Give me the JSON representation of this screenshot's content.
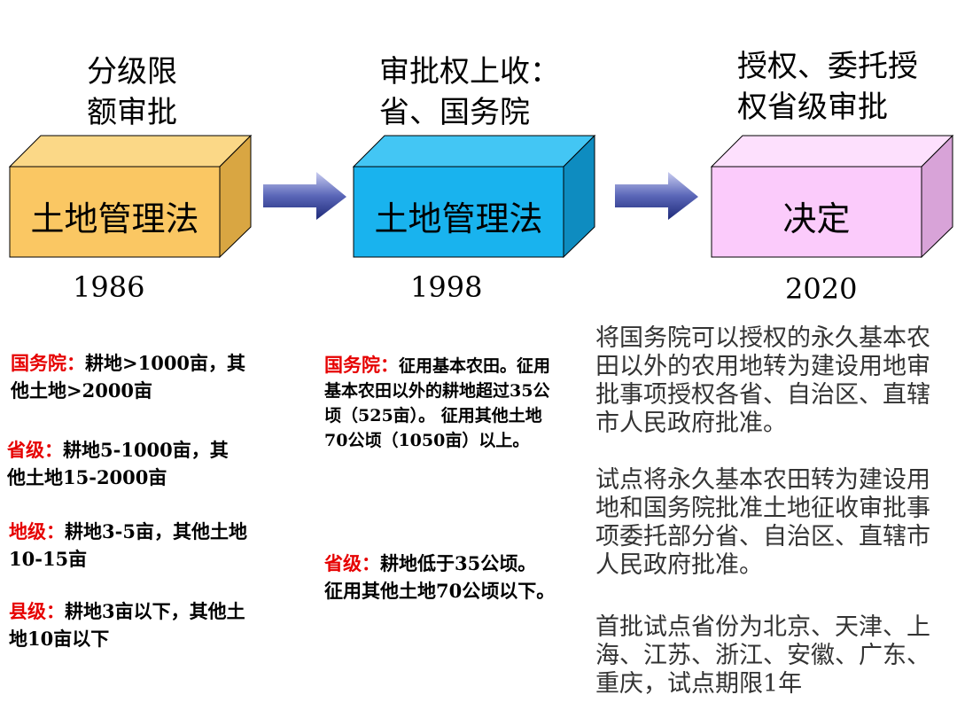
{
  "colors": {
    "box1_front": "#FAC763",
    "box1_top": "#FBD887",
    "box1_side": "#D9A642",
    "box2_front": "#19B3EE",
    "box2_top": "#43C6F4",
    "box2_side": "#0E8CC0",
    "box3_front": "#FBCBFB",
    "box3_top": "#FDE0FD",
    "box3_side": "#D8A3D8",
    "arrow": "#3A4A9A",
    "highlight": "#E60000"
  },
  "stages": [
    {
      "heading": "分级限\n额审批",
      "box_label": "土地管理法",
      "year": "1986"
    },
    {
      "heading": "审批权上收：\n省、国务院",
      "box_label": "土地管理法",
      "year": "1998"
    },
    {
      "heading": "授权、委托授\n权省级审批",
      "box_label": "决定",
      "year": "2020"
    }
  ],
  "notes_1986": [
    {
      "label": "国务院：",
      "text": "耕地>1000亩，其他土地>2000亩"
    },
    {
      "label": "省级：",
      "text": "耕地5-1000亩，其他土地15-2000亩"
    },
    {
      "label": "地级：",
      "text": "耕地3-5亩，其他土地10-15亩"
    },
    {
      "label": "县级：",
      "text": "耕地3亩以下，其他土地10亩以下"
    }
  ],
  "notes_1998": [
    {
      "label": "国务院：",
      "text": "征用基本农田。征用基本农田以外的耕地超过35公顷（525亩）。 征用其他土地70公顷（1050亩）以上。"
    },
    {
      "label": "省级：",
      "text": "耕地低于35公顷。 征用其他土地70公顷以下。"
    }
  ],
  "notes_2020": [
    "将国务院可以授权的永久基本农田以外的农用地转为建设用地审批事项授权各省、自治区、直辖市人民政府批准。",
    "试点将永久基本农田转为建设用地和国务院批准土地征收审批事项委托部分省、自治区、直辖市人民政府批准。",
    "首批试点省份为北京、天津、上海、江苏、浙江、安徽、广东、重庆，试点期限1年"
  ]
}
